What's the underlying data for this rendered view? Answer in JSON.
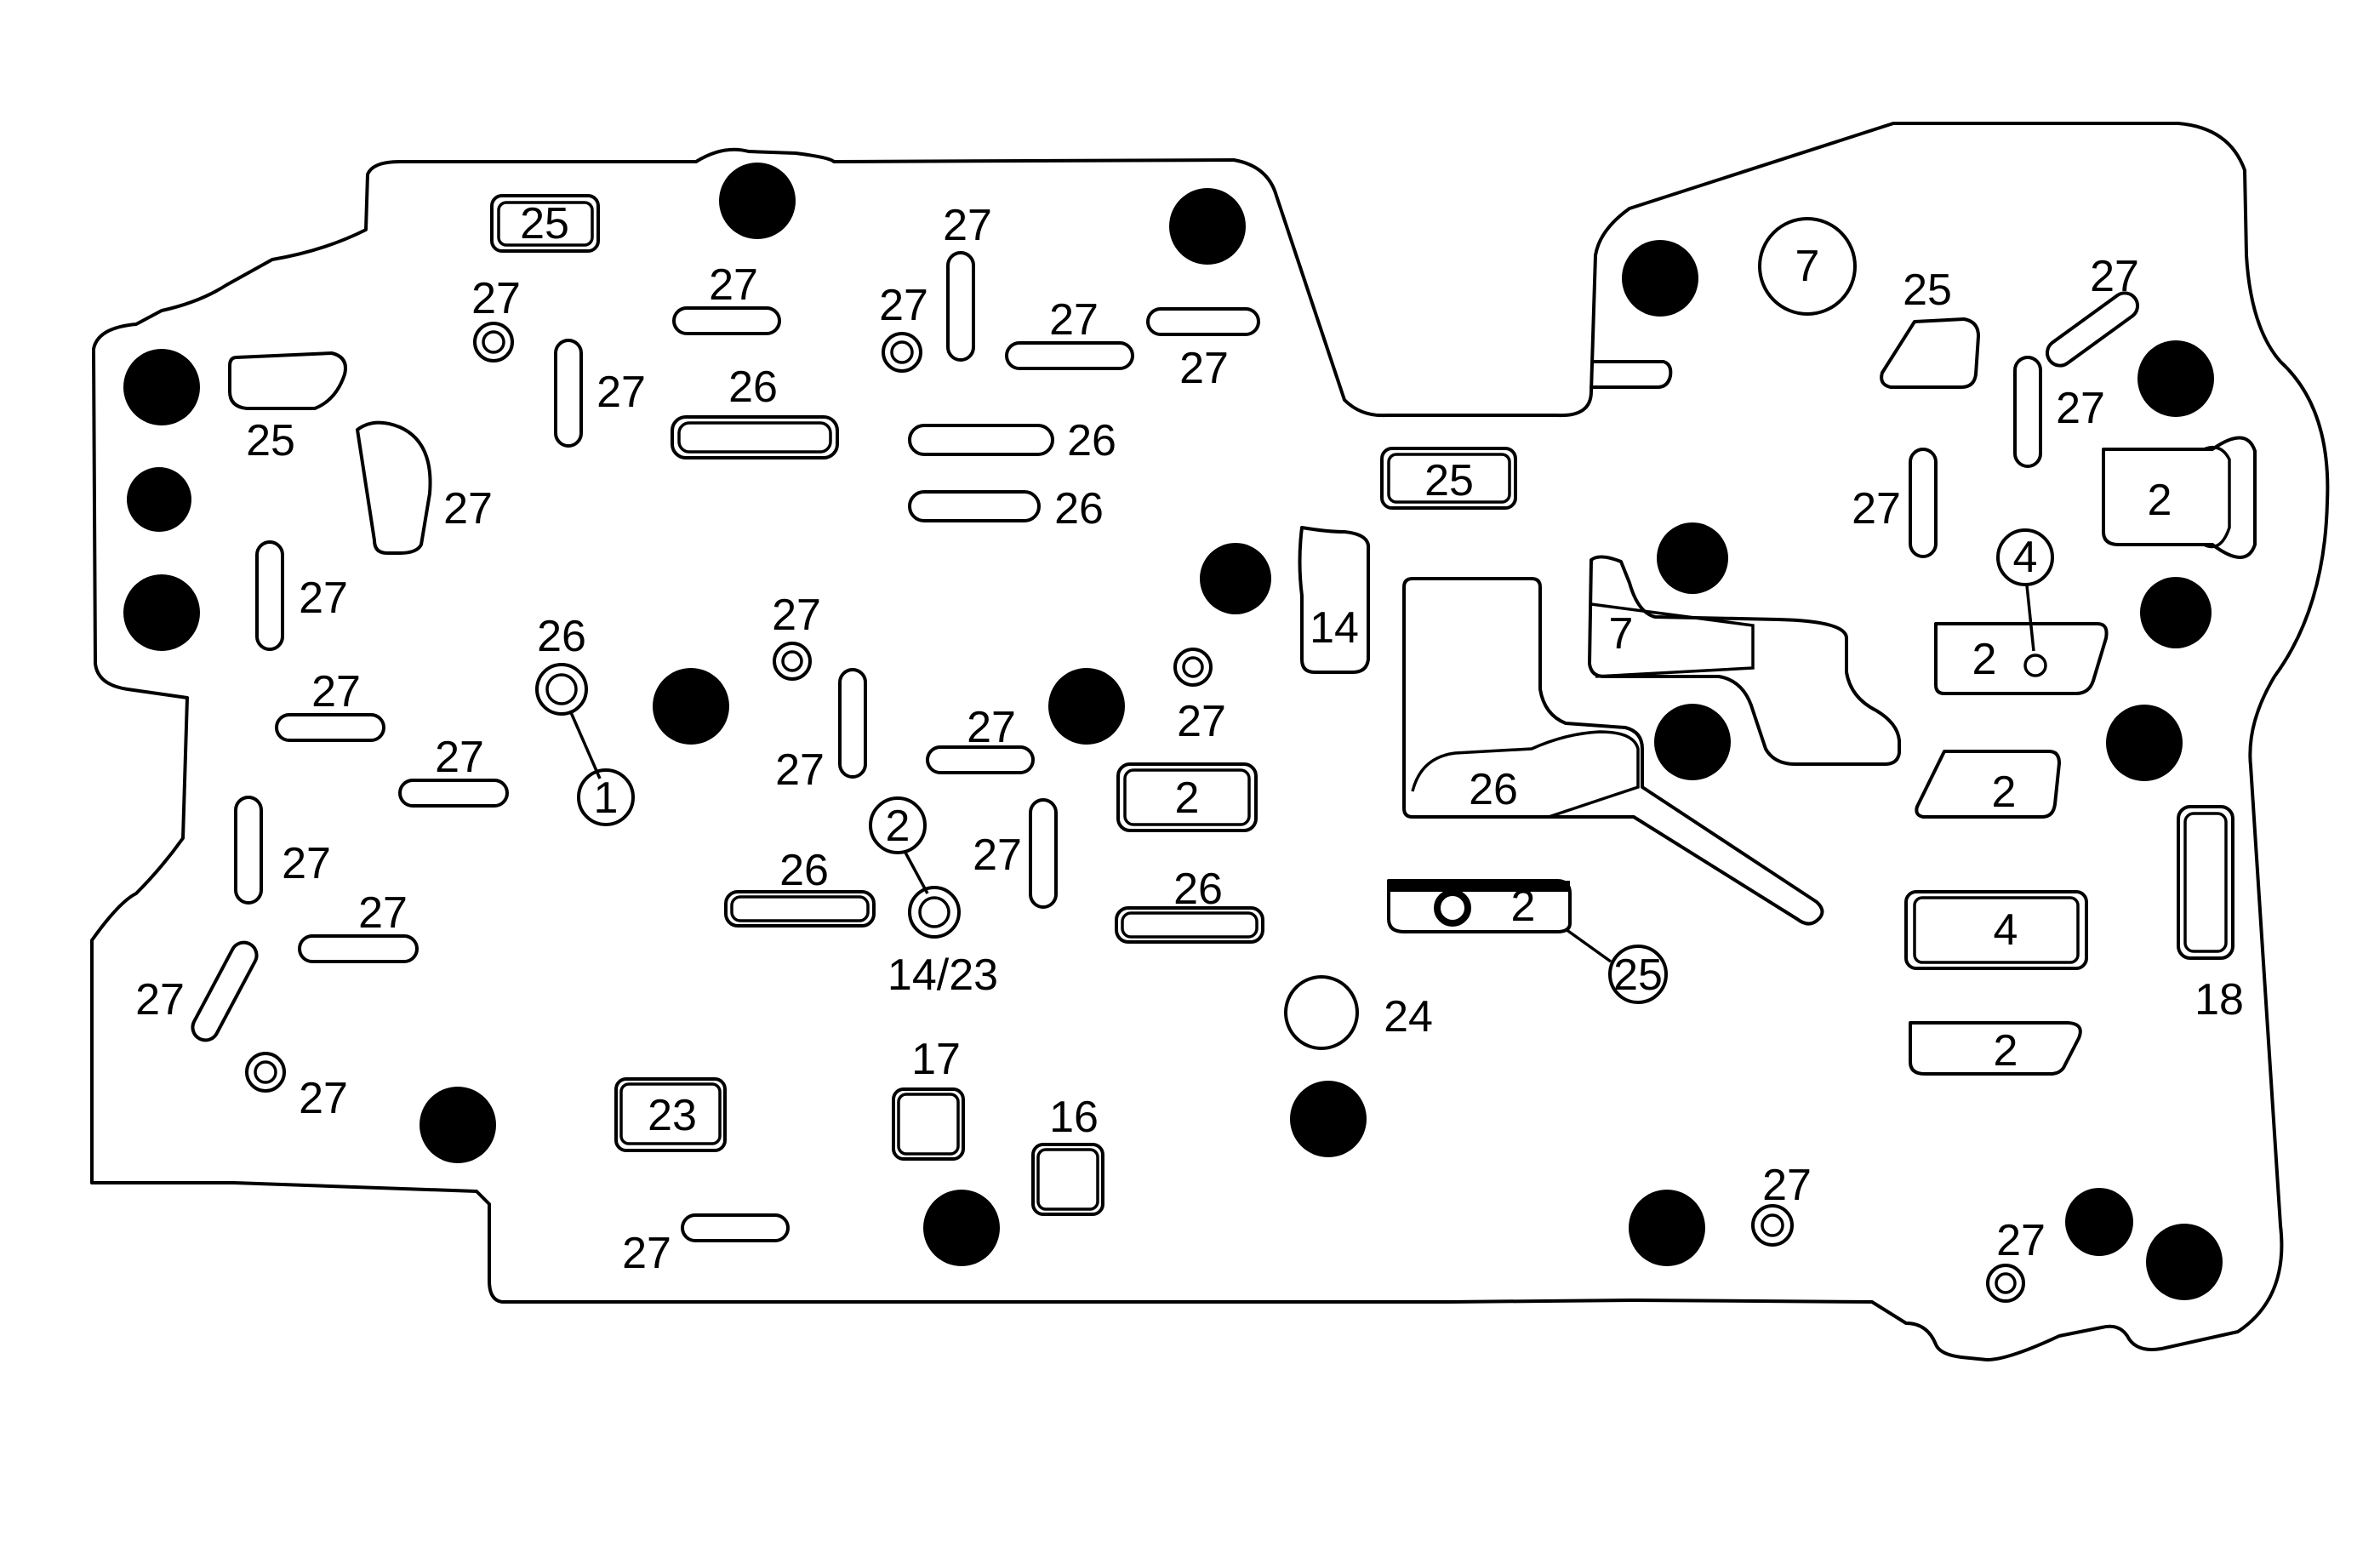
{
  "colors": {
    "line": "#000000",
    "background": "#ffffff"
  },
  "labels": {
    "n1": "1",
    "n2": "2",
    "n4": "4",
    "n7": "7",
    "n14": "14",
    "n14_23": "14/23",
    "n16": "16",
    "n17": "17",
    "n18": "18",
    "n23": "23",
    "n24": "24",
    "n25": "25",
    "n26": "26",
    "n27": "27"
  }
}
